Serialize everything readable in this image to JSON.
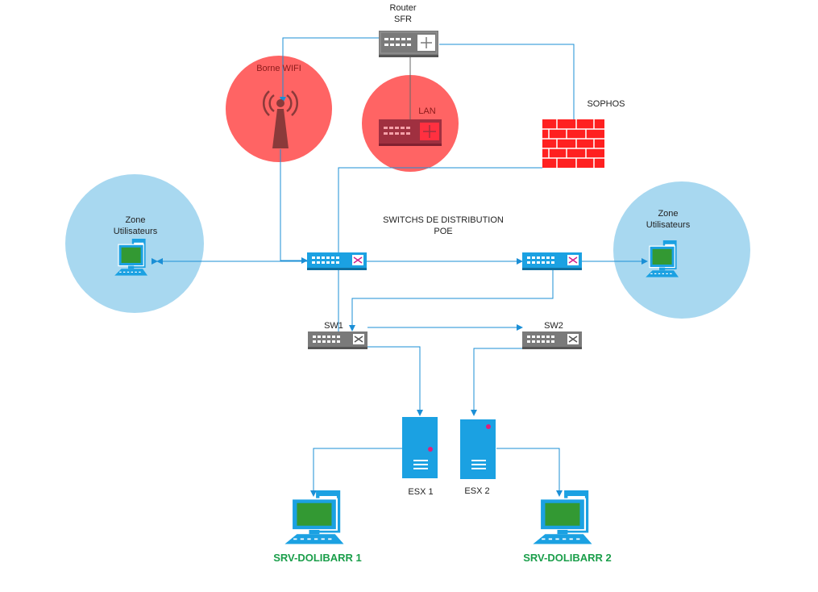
{
  "router": {
    "line1": "Router",
    "line2": "SFR"
  },
  "wifi": {
    "label": "Borne WIFI"
  },
  "lan": {
    "label": "LAN"
  },
  "firewall": {
    "label": "SOPHOS"
  },
  "distribution": {
    "line1": "SWITCHS DE DISTRIBUTION",
    "line2": "POE"
  },
  "zone_left": {
    "line1": "Zone",
    "line2": "Utilisateurs"
  },
  "zone_right": {
    "line1": "Zone",
    "line2": "Utilisateurs"
  },
  "sw1": {
    "label": "SW1"
  },
  "sw2": {
    "label": "SW2"
  },
  "esx1": {
    "label": "ESX 1"
  },
  "esx2": {
    "label": "ESX 2"
  },
  "srv1": {
    "label": "SRV-DOLIBARR 1"
  },
  "srv2": {
    "label": "SRV-DOLIBARR 2"
  },
  "colors": {
    "link": "#1b8fd6",
    "zone": "#a8d8f0",
    "red_zone": "#ff6464",
    "firewall": "#ff2020",
    "switch_blue": "#1ba1e2",
    "device_gray": "#7a7a7a",
    "screen_green": "#339933",
    "label_green": "#1a9e4a"
  }
}
